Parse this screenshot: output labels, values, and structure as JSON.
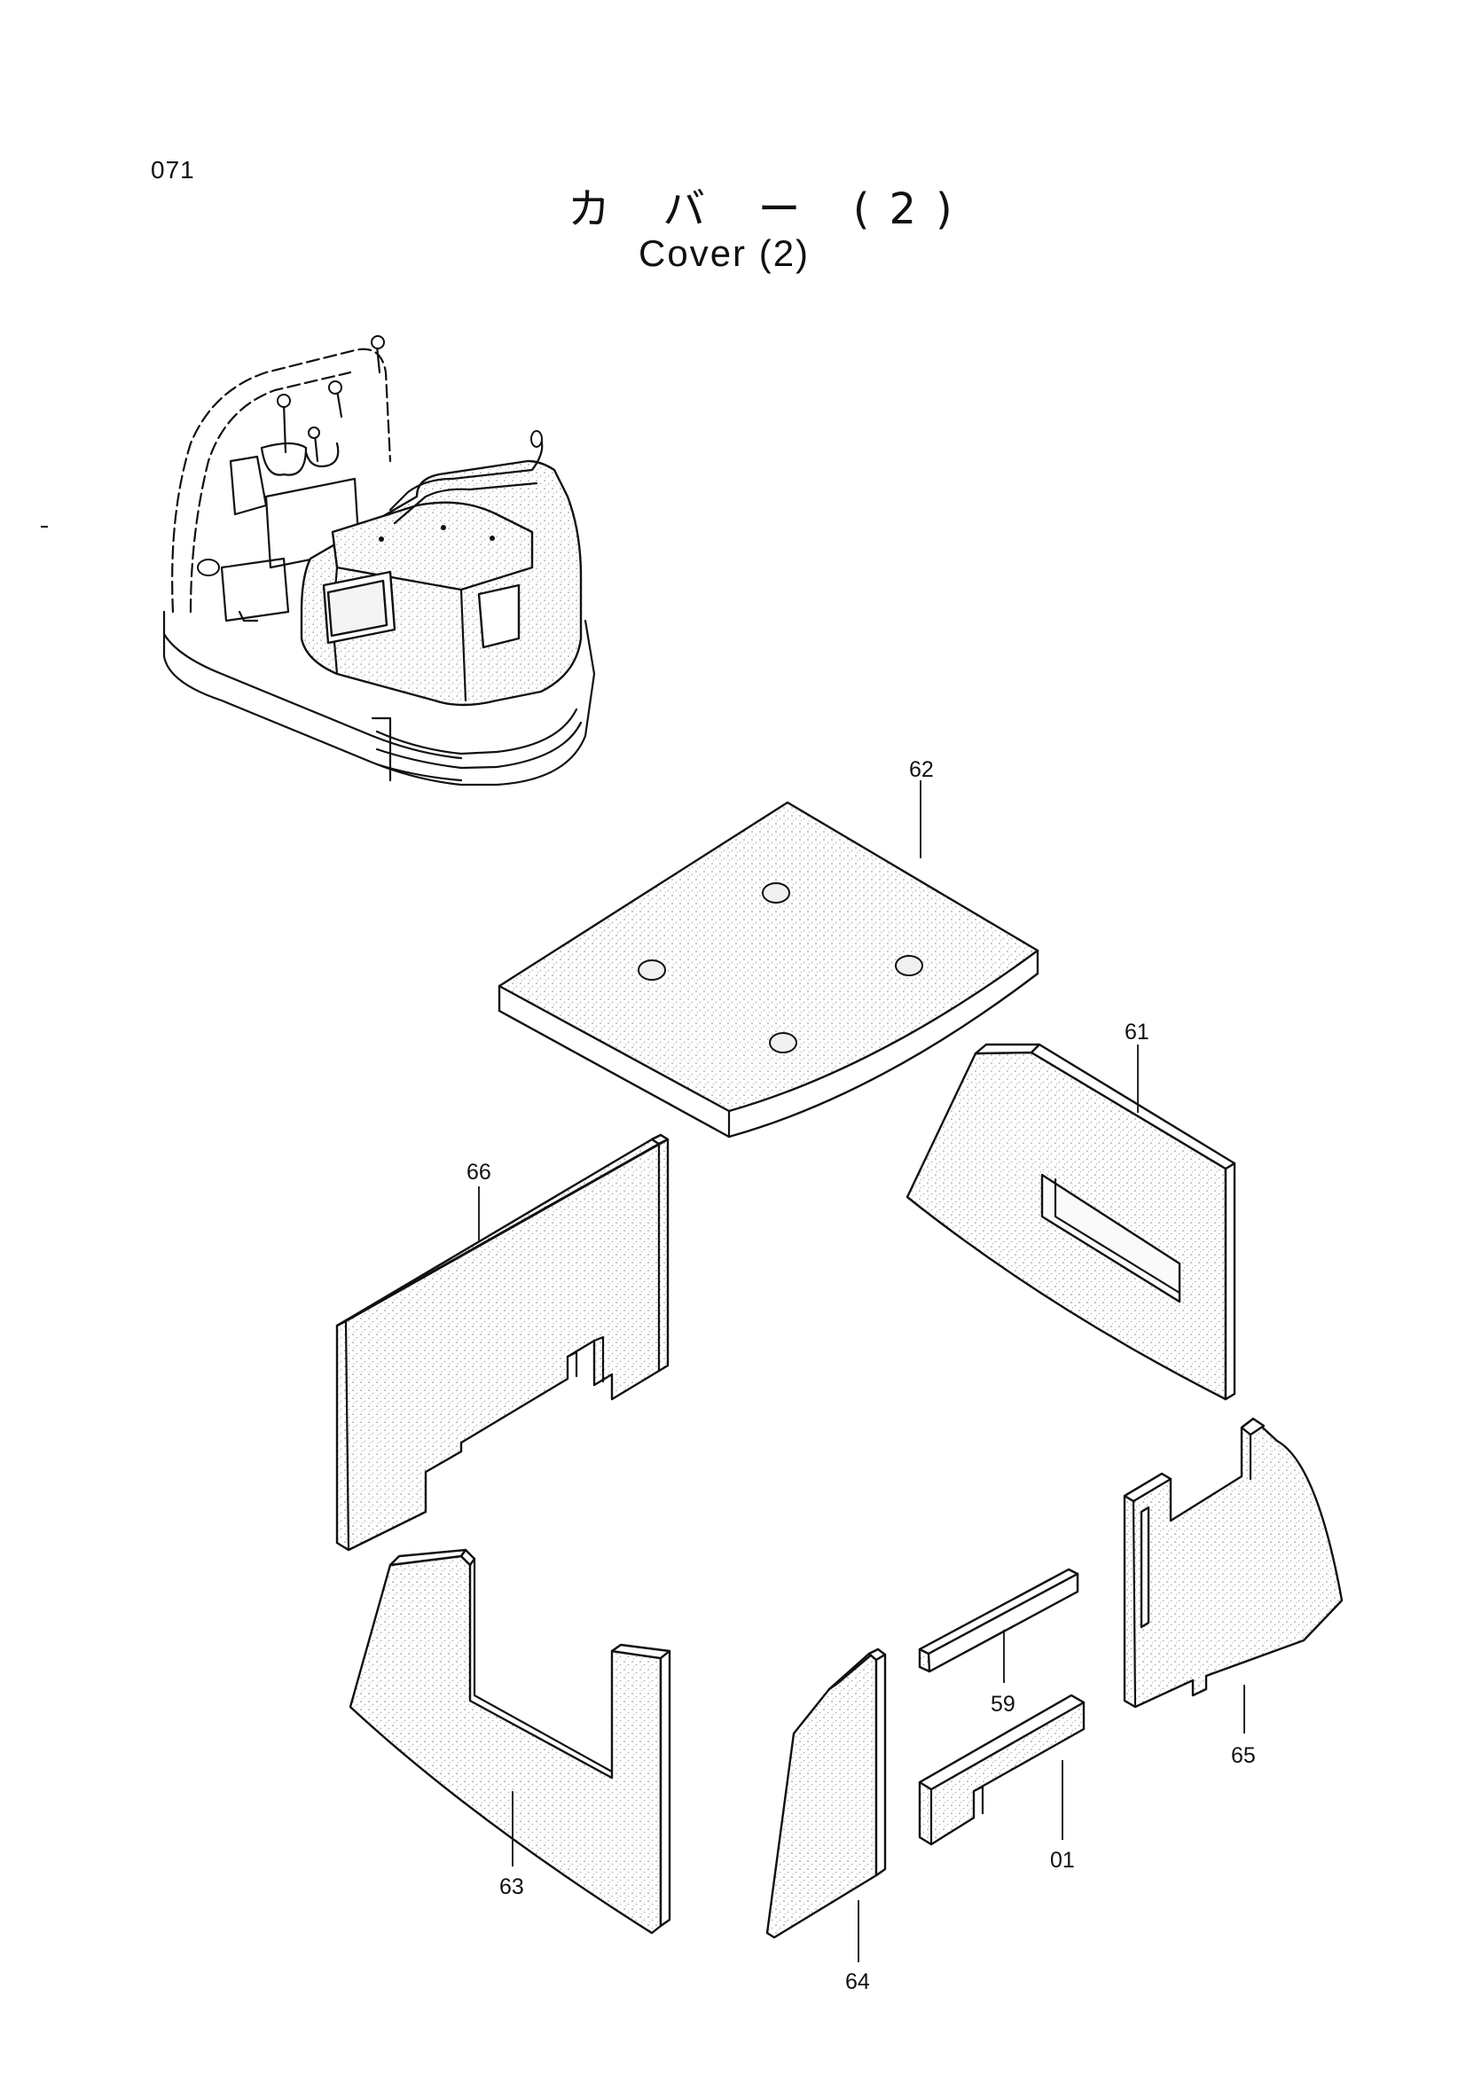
{
  "page": {
    "number": "071",
    "title_jp": "カ バ ー (2)",
    "title_en": "Cover (2)"
  },
  "callouts": [
    {
      "id": "62",
      "label": "62"
    },
    {
      "id": "61",
      "label": "61"
    },
    {
      "id": "66",
      "label": "66"
    },
    {
      "id": "59",
      "label": "59"
    },
    {
      "id": "65",
      "label": "65"
    },
    {
      "id": "01",
      "label": "01"
    },
    {
      "id": "63",
      "label": "63"
    },
    {
      "id": "64",
      "label": "64"
    }
  ]
}
